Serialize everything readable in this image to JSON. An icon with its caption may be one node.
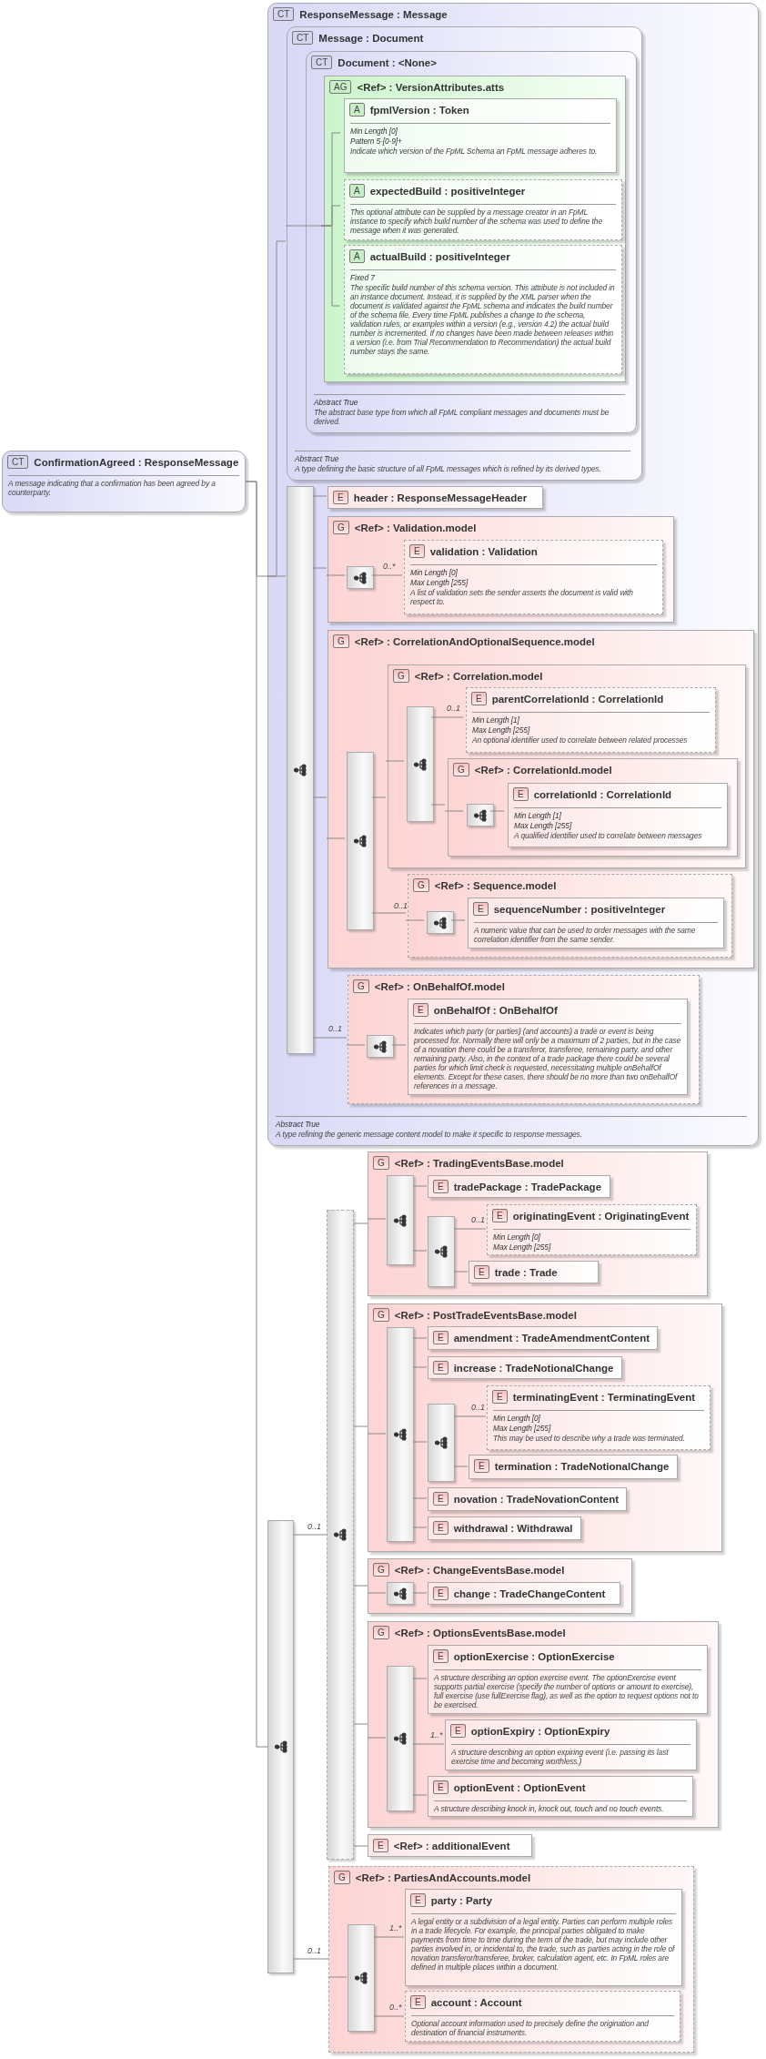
{
  "diagram": {
    "nodes": [
      {
        "text": [
          "CT",
          "ConfirmationAgreed : ResponseMessage",
          "A message indicating that a confirmation has been agreed by a counterparty."
        ]
      },
      {
        "text": [
          "CT",
          "ResponseMessage : Message",
          "Abstract True",
          "A type refining the generic message content model to make it specific to response messages."
        ]
      },
      {
        "text": [
          "CT",
          "Message : Document",
          "Abstract True",
          "A type defining the basic structure of all FpML messages which is refined by its derived types."
        ],
        "in": 1
      },
      {
        "text": [
          "CT",
          "Document : <None>",
          "Abstract True",
          "The abstract base type from which all FpML compliant messages and documents must be derived."
        ],
        "in": 2
      },
      {
        "text": [
          "AG",
          "<Ref> : VersionAttributes.atts"
        ],
        "in": 3
      },
      {
        "text": [
          "A",
          "fpmlVersion : Token",
          "Min Length [0]",
          "Pattern 5-[0-9]+",
          "Indicate which version of the FpML Schema an FpML message adheres to."
        ],
        "in": 4
      },
      {
        "text": [
          "A",
          "expectedBuild : positiveInteger",
          "This optional attribute can be supplied by a message creator in an FpML instance to specify which build number of the schema was used to define the message when it was generated."
        ],
        "in": 4
      },
      {
        "text": [
          "A",
          "actualBuild : positiveInteger",
          "Fixed 7",
          "The specific build number of this schema version. This attribute is not included in an instance document. Instead, it is supplied by the XML parser when the document is validated against the FpML schema and indicates the build number of the schema file. Every time FpML publishes a change to the schema, validation rules, or examples within a version (e.g., version 4.2) the actual build number is incremented. If no changes have been made between releases within a version (i.e. from Trial Recommendation to Recommendation) the actual build number stays the same."
        ],
        "in": 4
      },
      {
        "text": [],
        "shape": "bar",
        "in": 1
      },
      {
        "text": [
          "E",
          "header : ResponseMessageHeader"
        ],
        "in": 1
      },
      {
        "text": [
          "G",
          "<Ref> : Validation.model"
        ],
        "in": 1
      },
      {
        "text": [],
        "shape": "bar",
        "in": 10
      },
      {
        "text": [
          "E",
          "validation : Validation",
          "Min Length [0]",
          "Max Length [255]",
          "A list of validation sets the sender asserts the document is valid with respect to."
        ],
        "in": 10
      },
      {
        "text": [
          "G",
          "<Ref> : CorrelationAndOptionalSequence.model"
        ],
        "in": 1
      },
      {
        "text": [],
        "shape": "bar",
        "in": 13
      },
      {
        "text": [
          "G",
          "<Ref> : Correlation.model"
        ],
        "in": 13
      },
      {
        "text": [],
        "shape": "bar",
        "in": 15
      },
      {
        "text": [
          "E",
          "parentCorrelationId : CorrelationId",
          "Min Length [1]",
          "Max Length [255]",
          "An optional identifier used to correlate between related processes"
        ],
        "in": 15
      },
      {
        "text": [
          "G",
          "<Ref> : CorrelationId.model"
        ],
        "in": 15
      },
      {
        "text": [],
        "shape": "bar",
        "in": 18
      },
      {
        "text": [
          "E",
          "correlationId : CorrelationId",
          "Min Length [1]",
          "Max Length [255]",
          "A qualified identifier used to correlate between messages"
        ],
        "in": 18
      },
      {
        "text": [
          "G",
          "<Ref> : Sequence.model"
        ],
        "in": 13
      },
      {
        "text": [],
        "shape": "bar",
        "in": 21
      },
      {
        "text": [
          "E",
          "sequenceNumber : positiveInteger",
          "A numeric value that can be used to order messages with the same correlation identifier from the same sender."
        ],
        "in": 21
      },
      {
        "text": [
          "G",
          "<Ref> : OnBehalfOf.model"
        ],
        "in": 1
      },
      {
        "text": [],
        "shape": "bar",
        "in": 24
      },
      {
        "text": [
          "E",
          "onBehalfOf : OnBehalfOf",
          "Indicates which party (or parties) (and accounts) a trade or event is being processed for. Normally there will only be a maximum of 2 parties, but in the case of a novation there could be a transferor, transferee, remaining party, and other remaining party. Also, in the context of a trade package there could be several parties for which limit check is requested, necessitating multiple onBehalfOf elements. Except for these cases, there should be no more than two onBehalfOf references in a message."
        ],
        "in": 24
      },
      {
        "text": [],
        "shape": "bar"
      },
      {
        "text": [],
        "shape": "bar"
      },
      {
        "text": [
          "G",
          "<Ref> : TradingEventsBase.model"
        ]
      },
      {
        "text": [],
        "shape": "bar",
        "in": 29
      },
      {
        "text": [
          "E",
          "tradePackage : TradePackage"
        ],
        "in": 29
      },
      {
        "text": [],
        "shape": "bar",
        "in": 29
      },
      {
        "text": [
          "E",
          "originatingEvent : OriginatingEvent",
          "Min Length [0]",
          "Max Length [255]"
        ],
        "in": 29
      },
      {
        "text": [
          "E",
          "trade : Trade"
        ],
        "in": 29
      },
      {
        "text": [
          "G",
          "<Ref> : PostTradeEventsBase.model"
        ]
      },
      {
        "text": [],
        "shape": "bar",
        "in": 35
      },
      {
        "text": [
          "E",
          "amendment : TradeAmendmentContent"
        ],
        "in": 35
      },
      {
        "text": [
          "E",
          "increase : TradeNotionalChange"
        ],
        "in": 35
      },
      {
        "text": [],
        "shape": "bar",
        "in": 35
      },
      {
        "text": [
          "E",
          "terminatingEvent : TerminatingEvent",
          "Min Length [0]",
          "Max Length [255]",
          "This may be used to describe why a trade was terminated."
        ],
        "in": 35
      },
      {
        "text": [
          "E",
          "termination : TradeNotionalChange"
        ],
        "in": 35
      },
      {
        "text": [
          "E",
          "novation : TradeNovationContent"
        ],
        "in": 35
      },
      {
        "text": [
          "E",
          "withdrawal : Withdrawal"
        ],
        "in": 35
      },
      {
        "text": [
          "G",
          "<Ref> : ChangeEventsBase.model"
        ]
      },
      {
        "text": [],
        "shape": "bar",
        "in": 44
      },
      {
        "text": [
          "E",
          "change : TradeChangeContent"
        ],
        "in": 44
      },
      {
        "text": [
          "G",
          "<Ref> : OptionsEventsBase.model"
        ]
      },
      {
        "text": [],
        "shape": "bar",
        "in": 47
      },
      {
        "text": [
          "E",
          "optionExercise : OptionExercise",
          "A structure describing an option exercise event. The optionExercise event supports partial exercise (specify the number of options or amount to exercise), full exercise (use fullExercise flag), as well as the option to request options not to be exercised."
        ],
        "in": 47
      },
      {
        "text": [
          "E",
          "optionExpiry : OptionExpiry",
          "A structure describing an option expiring event (i.e. passing its last exercise time and becoming worthless.)"
        ],
        "in": 47
      },
      {
        "text": [
          "E",
          "optionEvent : OptionEvent",
          "A structure describing knock in, knock out, touch and no touch events."
        ],
        "in": 47
      },
      {
        "text": [
          "E",
          "<Ref> : additionalEvent"
        ]
      },
      {
        "text": [
          "G",
          "<Ref> : PartiesAndAccounts.model"
        ]
      },
      {
        "text": [],
        "shape": "bar",
        "in": 53
      },
      {
        "text": [
          "E",
          "party : Party",
          "A legal entity or a subdivision of a legal entity. Parties can perform multiple roles in a trade lifecycle. For example, the principal parties obligated to make payments from time to time during the term of the trade, but may include other parties involved in, or incidental to, the trade, such as parties acting in the role of novation transferor/transferee, broker, calculation agent, etc. In FpML roles are defined in multiple places within a document."
        ],
        "in": 53
      },
      {
        "text": [
          "E",
          "account : Account",
          "Optional account information used to precisely define the origination and destination of financial instruments."
        ],
        "in": 53
      }
    ],
    "edges": [
      {
        "from": 0,
        "to": 1,
        "arrow": "none"
      },
      {
        "from": 0,
        "to": 27,
        "arrow": "none"
      },
      {
        "from": 1,
        "to": 2,
        "arrow": "none"
      },
      {
        "from": 2,
        "to": 3,
        "arrow": "none"
      },
      {
        "from": 3,
        "to": 4,
        "arrow": "none"
      },
      {
        "from": 4,
        "to": 5,
        "arrow": "none"
      },
      {
        "from": 4,
        "to": 6,
        "arrow": "none"
      },
      {
        "from": 4,
        "to": 7,
        "arrow": "none"
      },
      {
        "from": 1,
        "to": 8,
        "arrow": "none"
      },
      {
        "from": 8,
        "to": 9,
        "arrow": "none"
      },
      {
        "from": 8,
        "to": 10,
        "arrow": "none"
      },
      {
        "from": 8,
        "to": 13,
        "arrow": "none"
      },
      {
        "from": 8,
        "to": 24,
        "arrow": "none",
        "label": "0..1"
      },
      {
        "from": 10,
        "to": 11,
        "arrow": "none"
      },
      {
        "from": 11,
        "to": 12,
        "arrow": "none",
        "label": "0..*"
      },
      {
        "from": 13,
        "to": 14,
        "arrow": "none"
      },
      {
        "from": 14,
        "to": 15,
        "arrow": "none"
      },
      {
        "from": 14,
        "to": 21,
        "arrow": "none",
        "label": "0..1"
      },
      {
        "from": 15,
        "to": 16,
        "arrow": "none"
      },
      {
        "from": 16,
        "to": 17,
        "arrow": "none",
        "label": "0..1"
      },
      {
        "from": 16,
        "to": 18,
        "arrow": "none"
      },
      {
        "from": 18,
        "to": 19,
        "arrow": "none"
      },
      {
        "from": 19,
        "to": 20,
        "arrow": "none"
      },
      {
        "from": 21,
        "to": 22,
        "arrow": "none"
      },
      {
        "from": 22,
        "to": 23,
        "arrow": "none"
      },
      {
        "from": 24,
        "to": 25,
        "arrow": "none"
      },
      {
        "from": 25,
        "to": 26,
        "arrow": "none"
      },
      {
        "from": 27,
        "to": 28,
        "arrow": "none",
        "label": "0..1"
      },
      {
        "from": 27,
        "to": 53,
        "arrow": "none",
        "label": "0..1"
      },
      {
        "from": 28,
        "to": 29,
        "arrow": "none"
      },
      {
        "from": 28,
        "to": 35,
        "arrow": "none"
      },
      {
        "from": 28,
        "to": 44,
        "arrow": "none"
      },
      {
        "from": 28,
        "to": 47,
        "arrow": "none"
      },
      {
        "from": 28,
        "to": 52,
        "arrow": "none"
      },
      {
        "from": 29,
        "to": 30,
        "arrow": "none"
      },
      {
        "from": 30,
        "to": 31,
        "arrow": "none"
      },
      {
        "from": 30,
        "to": 32,
        "arrow": "none"
      },
      {
        "from": 32,
        "to": 33,
        "arrow": "none",
        "label": "0..1"
      },
      {
        "from": 32,
        "to": 34,
        "arrow": "none"
      },
      {
        "from": 35,
        "to": 36,
        "arrow": "none"
      },
      {
        "from": 36,
        "to": 37,
        "arrow": "none"
      },
      {
        "from": 36,
        "to": 38,
        "arrow": "none"
      },
      {
        "from": 36,
        "to": 39,
        "arrow": "none"
      },
      {
        "from": 39,
        "to": 40,
        "arrow": "none",
        "label": "0..1"
      },
      {
        "from": 39,
        "to": 41,
        "arrow": "none"
      },
      {
        "from": 36,
        "to": 42,
        "arrow": "none"
      },
      {
        "from": 36,
        "to": 43,
        "arrow": "none"
      },
      {
        "from": 44,
        "to": 45,
        "arrow": "none"
      },
      {
        "from": 45,
        "to": 46,
        "arrow": "none"
      },
      {
        "from": 47,
        "to": 48,
        "arrow": "none"
      },
      {
        "from": 48,
        "to": 49,
        "arrow": "none"
      },
      {
        "from": 48,
        "to": 50,
        "arrow": "none",
        "label": "1..*"
      },
      {
        "from": 48,
        "to": 51,
        "arrow": "none"
      },
      {
        "from": 53,
        "to": 54,
        "arrow": "none"
      },
      {
        "from": 54,
        "to": 55,
        "arrow": "none",
        "label": "1..*"
      },
      {
        "from": 54,
        "to": 56,
        "arrow": "none",
        "label": "0..*"
      }
    ]
  }
}
